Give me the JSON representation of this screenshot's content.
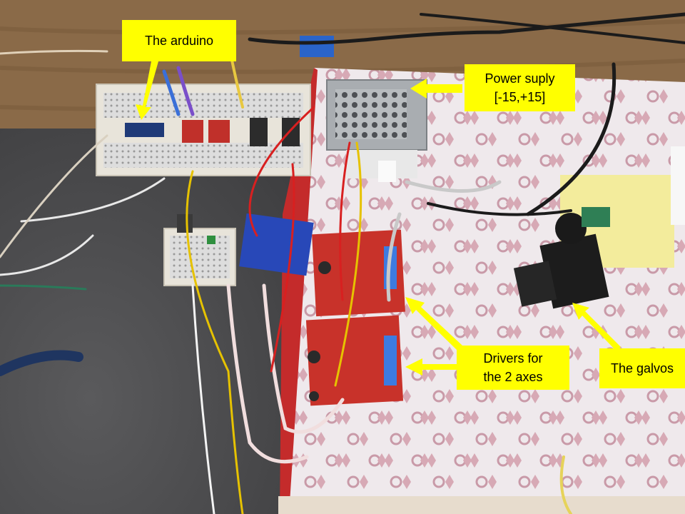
{
  "callouts": {
    "arduino": {
      "lines": [
        "The arduino"
      ]
    },
    "power_supply": {
      "lines": [
        "Power suply",
        "[-15,+15]"
      ]
    },
    "drivers": {
      "lines": [
        "Drivers for",
        "the 2 axes"
      ]
    },
    "galvos": {
      "lines": [
        "The galvos"
      ]
    }
  },
  "colors": {
    "callout": "#ffff00",
    "table_dark": "#4a4a4a",
    "board_red": "#c0302a",
    "breadboard": "#e8e4da"
  }
}
